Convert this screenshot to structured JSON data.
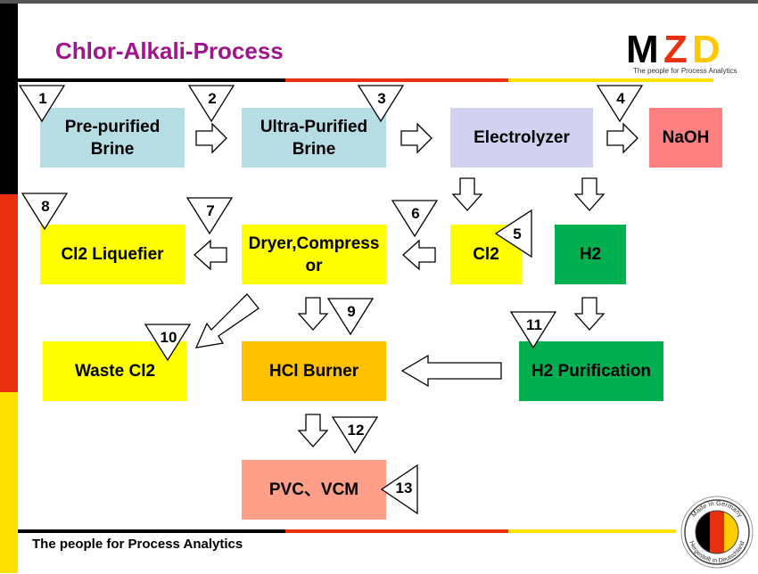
{
  "title": "Chlor-Alkali-Process",
  "logo": {
    "text": "MZD",
    "tagline": "The people for Process Analytics"
  },
  "footer": "The people for Process Analytics",
  "seal": {
    "top_text": "Made in Germany",
    "bottom_text": "Hergestellt in Deutschland"
  },
  "colors": {
    "title": "#a0148c",
    "light_blue": "#b6dde4",
    "lavender": "#d2d2f0",
    "salmon": "#ff8080",
    "yellow": "#ffff00",
    "green": "#00b050",
    "orange": "#ffc000",
    "pink": "#ff9f8a",
    "stripe_red": "#e8300f",
    "stripe_yellow": "#ffe100"
  },
  "boxes": {
    "pre_purified_brine": "Pre-purified Brine",
    "ultra_purified_brine": "Ultra-Purified Brine",
    "electrolyzer": "Electrolyzer",
    "naoh": "NaOH",
    "cl2_liquefier": "Cl2 Liquefier",
    "dryer_compressor": "Dryer,Compressor",
    "cl2": "Cl2",
    "h2": "H2",
    "waste_cl2": "Waste Cl2",
    "hcl_burner": "HCl Burner",
    "h2_purification": "H2 Purification",
    "pvc_vcm": "PVC、VCM"
  },
  "markers": [
    "1",
    "2",
    "3",
    "4",
    "5",
    "6",
    "7",
    "8",
    "9",
    "10",
    "11",
    "12",
    "13"
  ]
}
